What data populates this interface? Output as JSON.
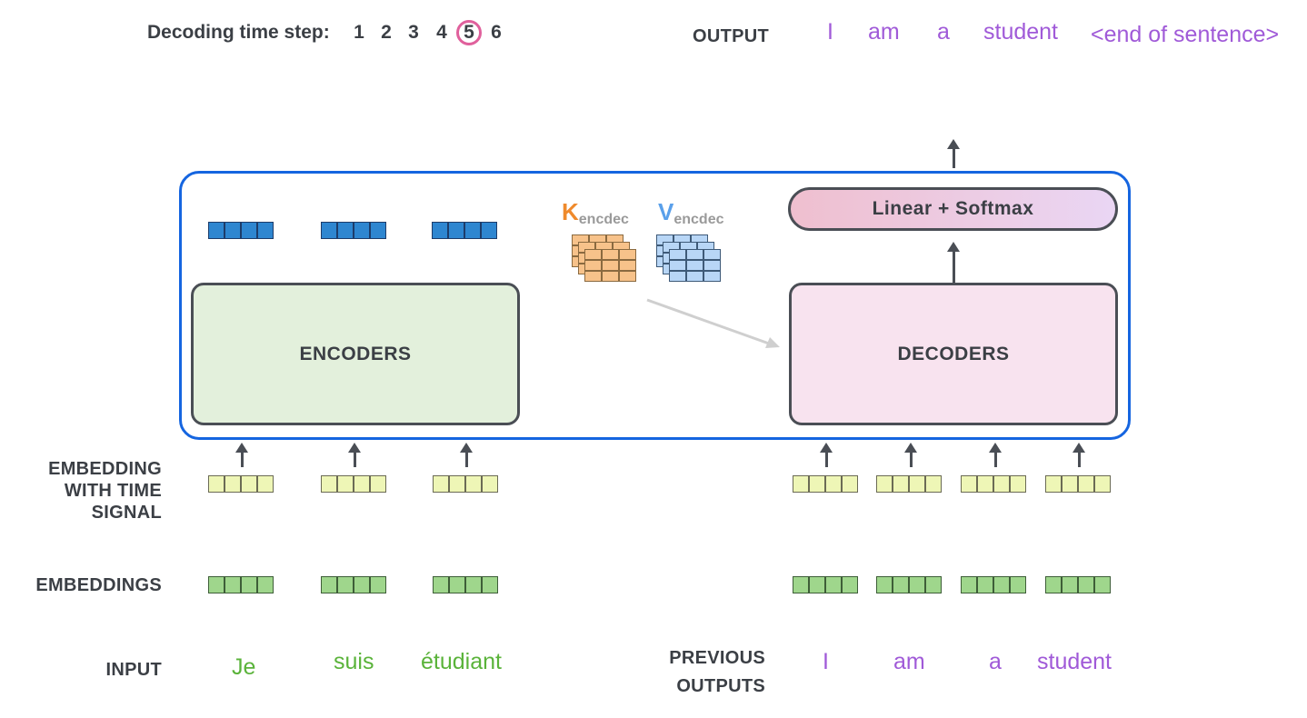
{
  "header": {
    "step_title": "Decoding time step:",
    "steps": [
      "1",
      "2",
      "3",
      "4",
      "5",
      "6"
    ],
    "current_step": "5",
    "output_label": "OUTPUT",
    "output_words": [
      "I",
      "am",
      "a",
      "student",
      "<end of sentence>"
    ]
  },
  "diagram": {
    "encoders_label": "ENCODERS",
    "decoders_label": "DECODERS",
    "linear_softmax_label": "Linear + Softmax",
    "k_letter": "K",
    "k_sub": "encdec",
    "v_letter": "V",
    "v_sub": "encdec"
  },
  "rows": {
    "embedding_time_signal": [
      "EMBEDDING",
      "WITH TIME",
      "SIGNAL"
    ],
    "embeddings": "EMBEDDINGS",
    "input": "INPUT",
    "previous_outputs": [
      "PREVIOUS",
      "OUTPUTS"
    ]
  },
  "input_words": [
    "Je",
    "suis",
    "étudiant"
  ],
  "previous_output_words": [
    "I",
    "am",
    "a",
    "student"
  ],
  "colors": {
    "container": "#1565e0",
    "encoders_fill": "#e3f0dc",
    "decoders_fill": "#f8e3ef",
    "output_word": "#a05ad8",
    "input_word": "#5ab33a",
    "step_highlight": "#e0609c",
    "k_color": "#ef8a2c",
    "v_color": "#5aa0ea"
  }
}
